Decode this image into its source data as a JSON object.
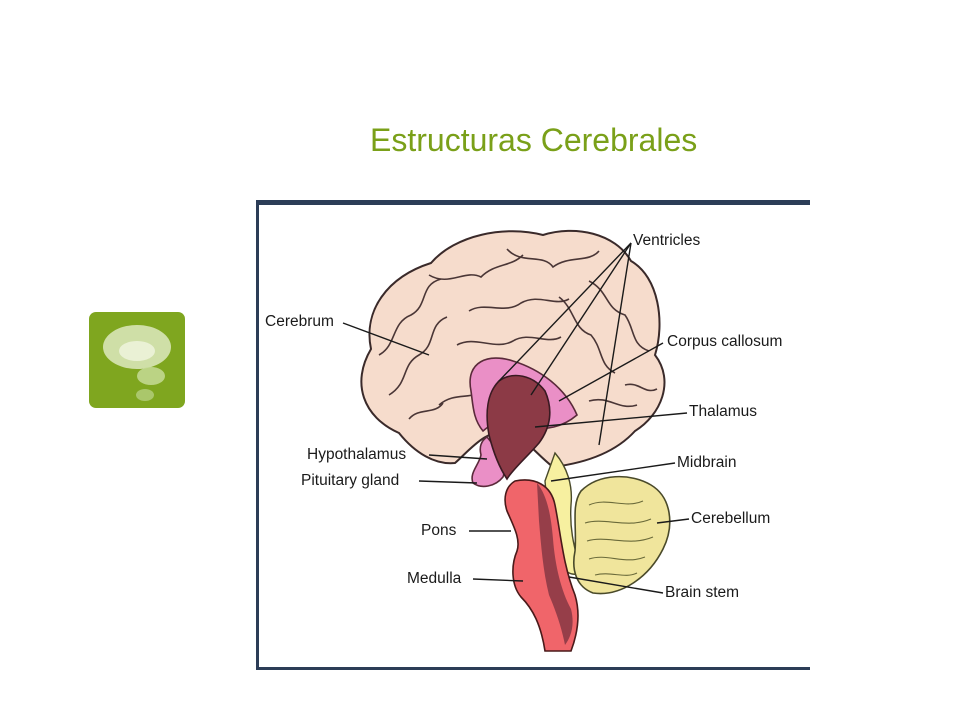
{
  "slide": {
    "title": "Estructuras Cerebrales",
    "accent_color": "#7aa019",
    "badge_icon": "thought-bubble-icon"
  },
  "diagram": {
    "labels": {
      "ventricles": "Ventricles",
      "cerebrum": "Cerebrum",
      "corpus_callosum": "Corpus callosum",
      "thalamus": "Thalamus",
      "hypothalamus": "Hypothalamus",
      "pituitary_gland": "Pituitary gland",
      "midbrain": "Midbrain",
      "pons": "Pons",
      "cerebellum": "Cerebellum",
      "medulla": "Medulla",
      "brain_stem": "Brain stem"
    },
    "colors": {
      "cerebrum": "#f6dccc",
      "limbic": "#ea8fc6",
      "thalamus": "#8c3a46",
      "brain_stem": "#f0656a",
      "cerebellum": "#f0e59c",
      "midbrain": "#f7f0a0",
      "frame": "#2c3d57"
    }
  }
}
